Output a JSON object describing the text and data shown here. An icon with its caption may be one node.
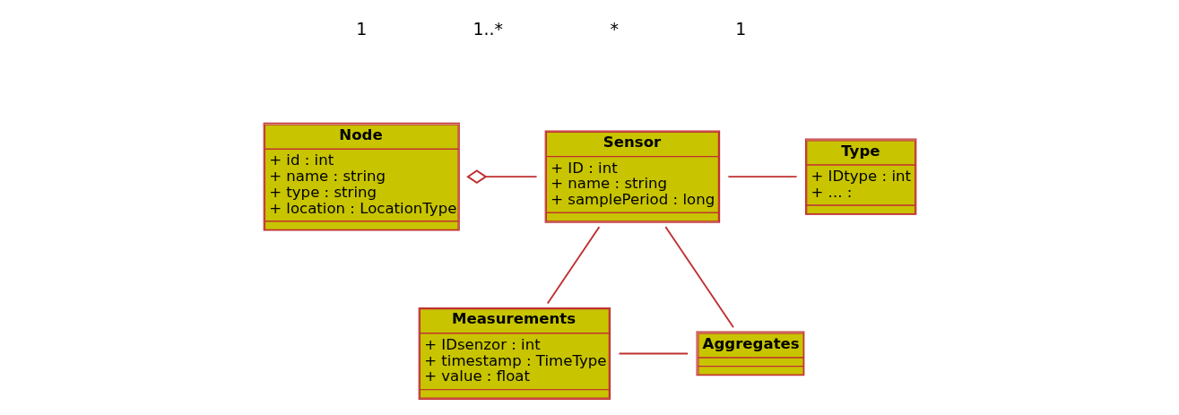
{
  "diagram": {
    "nodes": [
      {
        "text": [
          "Node",
          "+ id : int",
          "+ name : string",
          "+ type : string",
          "+ location : LocationType"
        ]
      },
      {
        "text": [
          "Sensor",
          "+ ID : int",
          "+ name : string",
          "+ samplePeriod : long"
        ]
      },
      {
        "text": [
          "Type",
          "+ IDtype : int",
          "+ ... :"
        ]
      },
      {
        "text": [
          "Measurements",
          "+ IDsenzor : int",
          "+ timestamp : TimeType",
          "+ value : float"
        ]
      },
      {
        "text": [
          "Aggregates"
        ]
      }
    ],
    "edges": [
      {
        "from": 0,
        "to": 1,
        "arrow": "other"
      },
      {
        "from": 1,
        "to": 2,
        "arrow": "none"
      },
      {
        "from": 1,
        "to": 3,
        "arrow": "none"
      },
      {
        "from": 1,
        "to": 4,
        "arrow": "none"
      },
      {
        "from": 3,
        "to": 4,
        "arrow": "none"
      }
    ],
    "labels": [
      "1",
      "1..*",
      "*",
      "1"
    ]
  }
}
